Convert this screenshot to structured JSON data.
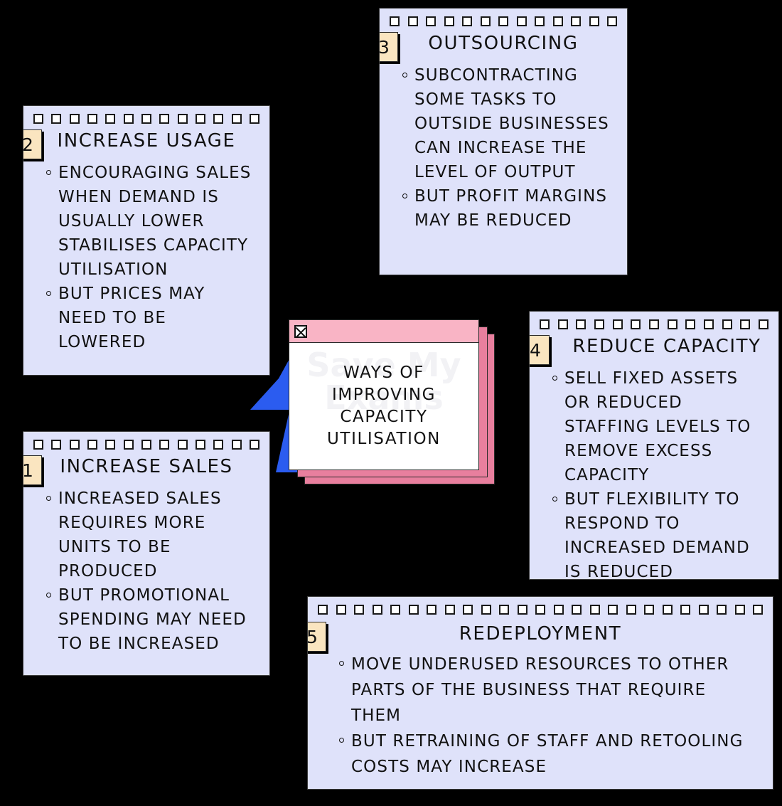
{
  "centre": {
    "window_title_icon": "close-icon",
    "lines": [
      "WAYS  OF",
      "IMPROVING",
      "CAPACITY",
      "UTILISATION"
    ],
    "watermark": "Save My Exams",
    "colors": {
      "title_bar": "#f9b4c5",
      "stack": "#e87f9e",
      "body": "#ffffff"
    }
  },
  "colors": {
    "card_bg": "#dfe2fa",
    "badge_bg": "#fae5c0",
    "arrow": "#2b5cf0",
    "background": "#000000",
    "text": "#111111"
  },
  "cards": [
    {
      "number": "1",
      "title": "INCREASE  SALES",
      "holes": 13,
      "bullets": [
        "INCREASED  SALES REQUIRES  MORE  UNITS TO  BE  PRODUCED",
        "BUT  PROMOTIONAL SPENDING  MAY  NEED TO  BE  INCREASED"
      ]
    },
    {
      "number": "2",
      "title": "INCREASE  USAGE",
      "holes": 13,
      "bullets": [
        "ENCOURAGING  SALES WHEN  DEMAND  IS USUALLY  LOWER STABILISES  CAPACITY UTILISATION",
        "BUT  PRICES  MAY NEED  TO  BE  LOWERED"
      ]
    },
    {
      "number": "3",
      "title": "OUTSOURCING",
      "holes": 13,
      "bullets": [
        "SUBCONTRACTING  SOME TASKS  TO  OUTSIDE BUSINESSES  CAN INCREASE  THE  LEVEL OF  OUTPUT",
        "BUT  PROFIT  MARGINS MAY  BE  REDUCED"
      ]
    },
    {
      "number": "4",
      "title": "REDUCE CAPACITY",
      "holes": 13,
      "bullets": [
        "SELL  FIXED  ASSETS  OR REDUCED  STAFFING LEVELS  TO  REMOVE EXCESS  CAPACITY",
        "BUT  FLEXIBILITY  TO RESPOND  TO  INCREASED DEMAND  IS  REDUCED"
      ]
    },
    {
      "number": "5",
      "title": "REDEPLOYMENT",
      "holes": 25,
      "bullets": [
        "MOVE  UNDERUSED  RESOURCES  TO  OTHER PARTS  OF  THE  BUSINESS  THAT  REQUIRE  THEM",
        "BUT  RETRAINING  OF  STAFF  AND  RETOOLING COSTS  MAY  INCREASE"
      ]
    }
  ]
}
